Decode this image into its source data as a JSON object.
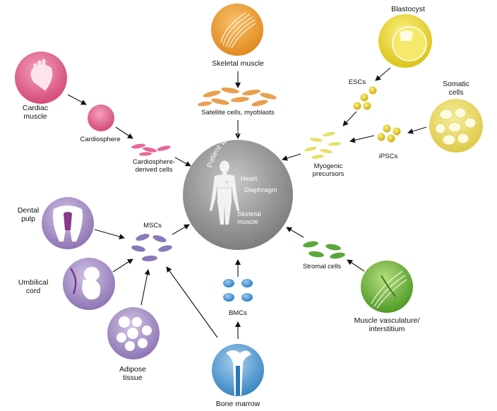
{
  "center": {
    "arc_text": "Patient with muscular dystrophy",
    "organs": {
      "heart": "Heart",
      "diaphragm": "Diaphragm",
      "skeletal_muscle": "Skeletal muscle"
    }
  },
  "sources": {
    "skeletal_muscle": "Skeletal muscle",
    "blastocyst": "Blastocyst",
    "somatic_cells": "Somatic cells",
    "cardiac_muscle": "Cardiac muscle",
    "dental_pulp": "Dental pulp",
    "umbilical_cord": "Umbilical cord",
    "adipose_tissue": "Adipose tissue",
    "bone_marrow": "Bone marrow",
    "muscle_vasculature": "Muscle vasculature/ interstitium"
  },
  "cells": {
    "satellite": "Satellite cells, myoblasts",
    "escs": "ESCs",
    "ipscs": "iPSCs",
    "myogenic": "Myogenic precursors",
    "cardiosphere": "Cardiosphere",
    "cardiosphere_derived": "Cardiosphere- derived cells",
    "mscs": "MSCs",
    "bmcs": "BMCs",
    "stromal": "Stromal cells"
  },
  "colors": {
    "center": "#8a8a8a",
    "skeletal_muscle": "#f0a23a",
    "blastocyst": "#e8d430",
    "somatic_cells": "#ead96a",
    "cardiac_muscle": "#e0608a",
    "cardiosphere": "#e86898",
    "dental_pulp": "#a38cc4",
    "bone_marrow": "#4a9ad0",
    "muscle_vasculature": "#6aa83a",
    "mscs": "#8a78b8",
    "bmcs": "#4a90d0",
    "stromal": "#5aa83a",
    "myogenic": "#e8df6a",
    "satellite": "#e8a050",
    "escs": "#e4d02a"
  }
}
